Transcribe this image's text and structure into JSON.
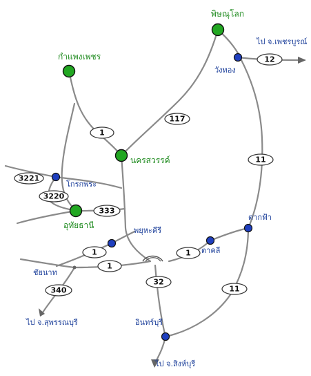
{
  "colors": {
    "province_node": "#22a722",
    "district_node": "#1f3fbf",
    "road": "#8a8a8a",
    "province_label": "#1d8a1d",
    "district_label": "#1c3f9a"
  },
  "provinces": {
    "phitsanulok": "พิษณุโลก",
    "kamphaeng_phet": "กำแพงเพชร",
    "nakhon_sawan": "นครสวรรค์",
    "uthai_thani": "อุทัยธานี"
  },
  "districts": {
    "wang_thong": "วังทอง",
    "khok_phra": "โกรกพระ",
    "takfa": "ตากฟ้า",
    "phayuha_khiri": "พยุหะคีรี",
    "takhli": "ตาคลี",
    "chainat": "ชัยนาท",
    "inburi": "อินทร์บุรี"
  },
  "destinations": {
    "to_phetchabun": "ไป จ.เพชรบูรณ์",
    "to_suphanburi": "ไป จ.สุพรรณบุรี",
    "to_singburi": "ไป จ.สิงห์บุรี"
  },
  "routes": {
    "r12": "12",
    "r117": "117",
    "r1_north": "1",
    "r11_north": "11",
    "r3221": "3221",
    "r3220": "3220",
    "r333": "333",
    "r1_mid": "1",
    "r1_takhli": "1",
    "r1_south": "1",
    "r32": "32",
    "r340": "340",
    "r11_south": "11"
  }
}
